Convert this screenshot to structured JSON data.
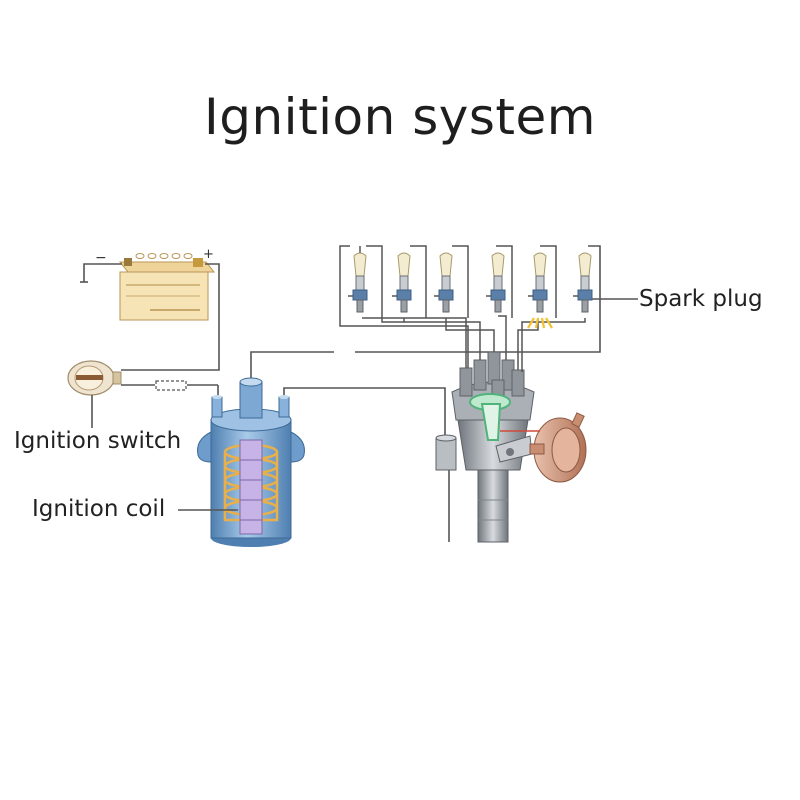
{
  "title": "Ignition system",
  "labels": {
    "ignition_switch": "Ignition switch",
    "ignition_coil": "Ignition coil",
    "spark_plug": "Spark plug"
  },
  "battery": {
    "minus": "−",
    "plus": "+"
  },
  "colors": {
    "wire": "#555555",
    "battery_body": "#f6e3b6",
    "battery_terminal": "#c49a3c",
    "coil_body": "#7fa9d2",
    "coil_winding": "#e8b04a",
    "coil_core": "#c7b3e6",
    "distributor": "#9aa0a6",
    "rotor": "#4fb37a",
    "vacuum_unit": "#d9a48a",
    "spark": "#f2c230"
  },
  "spark_plug_count": 6
}
